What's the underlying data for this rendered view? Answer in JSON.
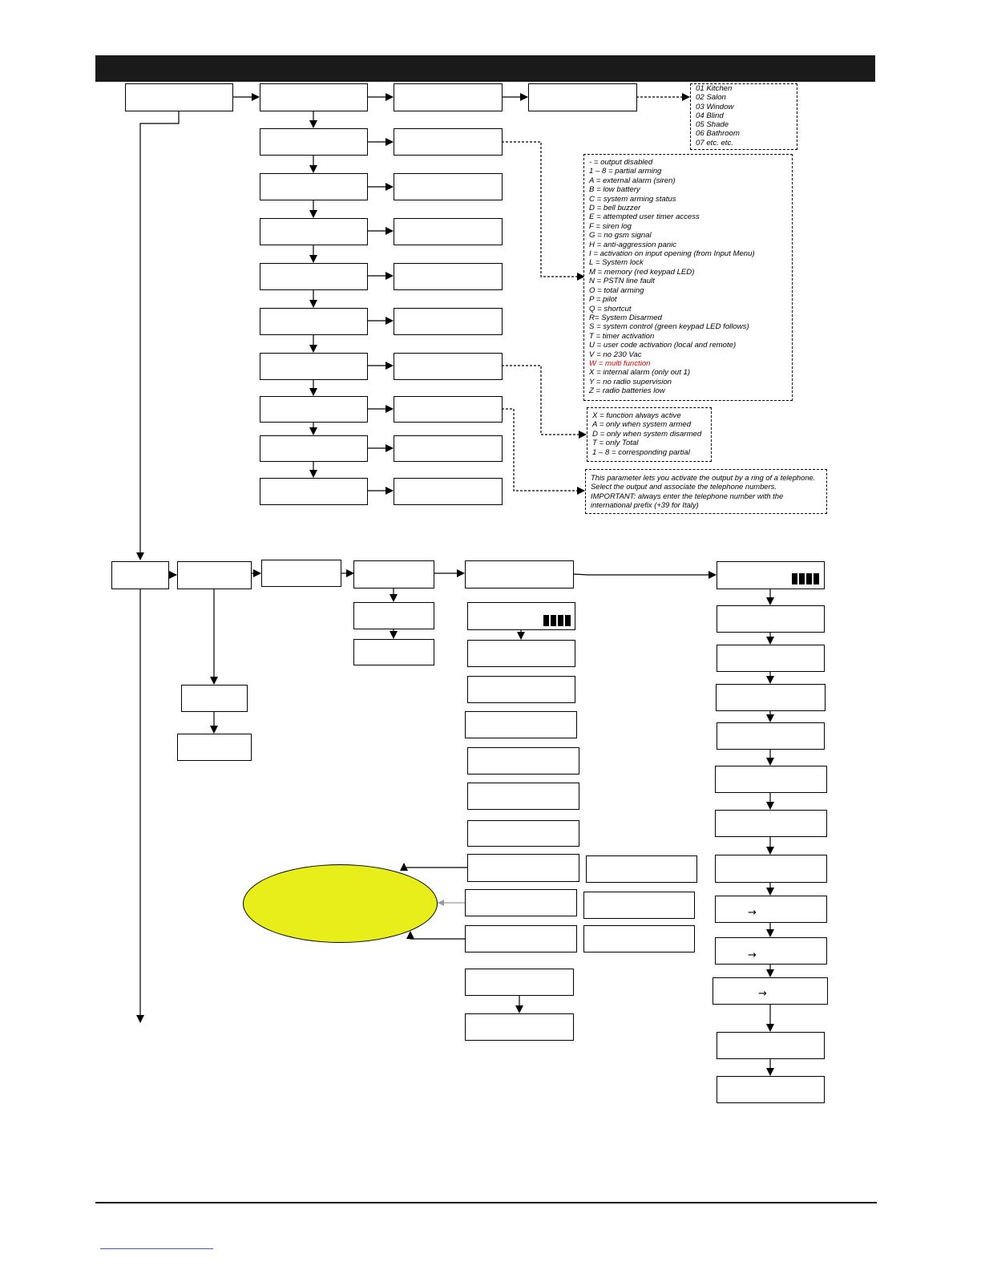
{
  "diagram": {
    "colors": {
      "highlight": "#e8ee1a",
      "warning_text": "#e00000",
      "header": "#1a1a1a",
      "link": "#3a5fcd"
    },
    "names_note": {
      "lines": [
        "01 Kitchen",
        "02 Salon",
        "03 Window",
        "04 Blind",
        "05 Shade",
        "06 Bathroom",
        "07 etc. etc."
      ]
    },
    "function_note": {
      "lines": [
        "- = output disabled",
        "1 – 8 = partial arming",
        "A = external alarm (siren)",
        "B = low battery",
        "C = system arming status",
        "D = bell buzzer",
        "E = attempted user timer access",
        "F = siren log",
        "G = no gsm signal",
        "H = anti-aggression panic",
        "I = activation on input opening (from Input Menu)",
        "L = System lock",
        "M = memory (red keypad LED)",
        "N = PSTN line fault",
        "O = total arming",
        "P = pilot",
        "Q = shortcut",
        "R= System Disarmed",
        "S = system control (green keypad  LED follows)",
        "T = timer activation",
        "U = user code activation (local and remote)",
        "V = no 230 Vac",
        "W = multi function",
        "X = internal alarm (only out 1)",
        "Y = no radio supervision",
        "Z = radio batteries low"
      ],
      "highlighted_line": "W = multi function"
    },
    "mode_note": {
      "lines": [
        "X = function always active",
        "A = only when system armed",
        "D = only when system disarmed",
        "T = only Total",
        "1 – 8 = corresponding partial"
      ]
    },
    "telephone_note": {
      "lines": [
        "This parameter lets you activate the output by a ring of a telephone.",
        "Select the output and associate the telephone numbers.",
        "IMPORTANT: always enter the telephone number with the",
        "international prefix (+39 for Italy)"
      ]
    },
    "glyphs": {
      "right_arrow": "→"
    }
  }
}
